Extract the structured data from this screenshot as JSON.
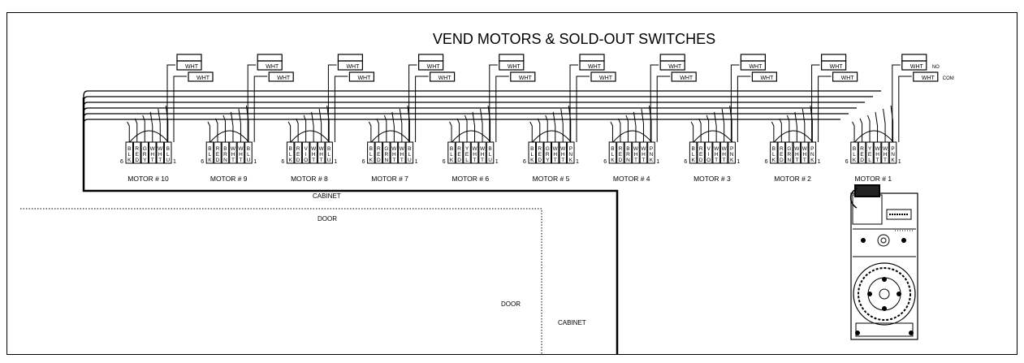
{
  "title": "VEND MOTORS & SOLD-OUT SWITCHES",
  "switch_label": "WHT",
  "switch_tag_no": "NO",
  "switch_tag_com": "COM",
  "pin_first": "6",
  "pin_last": "1",
  "motors": [
    {
      "label": "MOTOR # 10",
      "wires": [
        "BLK",
        "RED",
        "GRY",
        "WHT",
        "WHT",
        "BLU"
      ]
    },
    {
      "label": "MOTOR # 9",
      "wires": [
        "BLK",
        "RED",
        "BRN",
        "WHT",
        "WHT",
        "BLU"
      ]
    },
    {
      "label": "MOTOR # 8",
      "wires": [
        "BLK",
        "RED",
        "VIO",
        "WHT",
        "WHT",
        "BLU"
      ]
    },
    {
      "label": "MOTOR # 7",
      "wires": [
        "BLK",
        "RED",
        "GRN",
        "WHT",
        "WHT",
        "BLU"
      ]
    },
    {
      "label": "MOTOR # 6",
      "wires": [
        "BLK",
        "RED",
        "YEL",
        "WHT",
        "WHT",
        "BLU"
      ]
    },
    {
      "label": "MOTOR # 5",
      "wires": [
        "BLK",
        "RED",
        "GRY",
        "WHT",
        "WHT",
        "PNK"
      ]
    },
    {
      "label": "MOTOR # 4",
      "wires": [
        "BLK",
        "RED",
        "BRN",
        "WHT",
        "WHT",
        "PNK"
      ]
    },
    {
      "label": "MOTOR # 3",
      "wires": [
        "BLK",
        "RED",
        "VIO",
        "WHT",
        "WHT",
        "PNK"
      ]
    },
    {
      "label": "MOTOR # 2",
      "wires": [
        "BLK",
        "RED",
        "GRN",
        "WHT",
        "WHT",
        "PNK"
      ]
    },
    {
      "label": "MOTOR # 1",
      "wires": [
        "BLK",
        "RED",
        "YEL",
        "WHT",
        "WHT",
        "PNK"
      ]
    }
  ],
  "cabinet_label": "CABINET",
  "door_label": "DOOR",
  "door_label_lower": "DOOR",
  "cabinet_label_lower": "CABINET"
}
